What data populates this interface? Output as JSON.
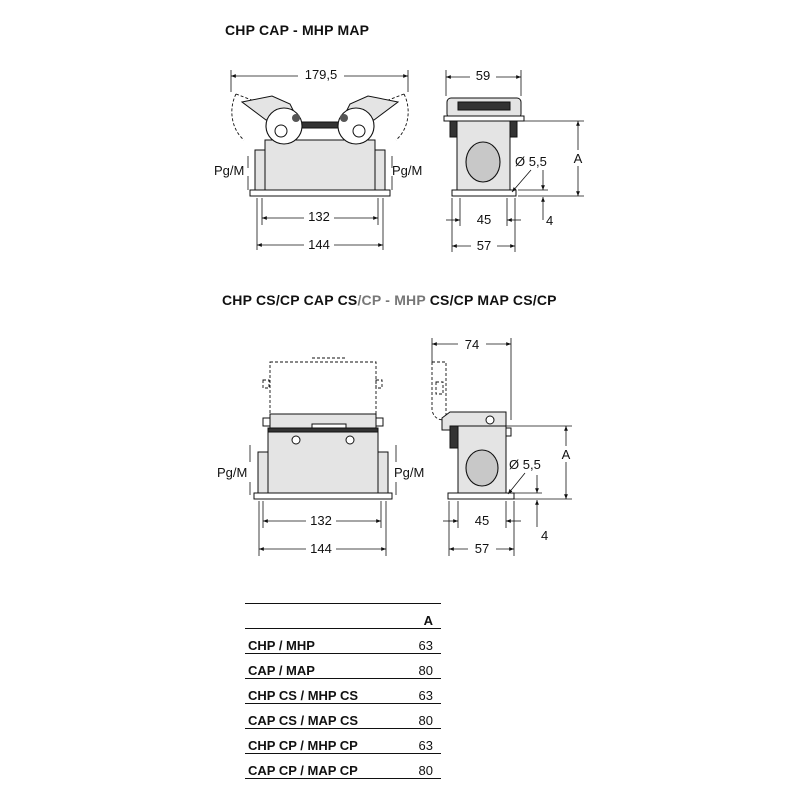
{
  "titles": {
    "top": "CHP  CAP - MHP  MAP",
    "bottom_a": "CHP CS/CP  CAP CS",
    "bottom_b": "/CP - MHP",
    "bottom_c": " CS/CP  MAP CS/CP"
  },
  "top_front": {
    "width_overall": "179,5",
    "pg_left": "Pg/M",
    "pg_right": "Pg/M",
    "inner": "132",
    "outer": "144"
  },
  "top_side": {
    "top_width": "59",
    "hole": "Ø 5,5",
    "height": "A",
    "base": "45",
    "overall": "57",
    "foot": "4"
  },
  "bottom_front": {
    "pg_left": "Pg/M",
    "pg_right": "Pg/M",
    "inner": "132",
    "outer": "144"
  },
  "bottom_side": {
    "top_width": "74",
    "hole": "Ø 5,5",
    "height": "A",
    "base": "45",
    "overall": "57",
    "foot": "4"
  },
  "table": {
    "header": "A",
    "rows": [
      {
        "name": "CHP / MHP",
        "value": "63"
      },
      {
        "name": "CAP / MAP",
        "value": "80"
      },
      {
        "name": "CHP CS / MHP CS",
        "value": "63"
      },
      {
        "name": "CAP CS / MAP CS",
        "value": "80"
      },
      {
        "name": "CHP CP / MHP CP",
        "value": "63"
      },
      {
        "name": "CAP CP / MAP CP",
        "value": "80"
      }
    ]
  }
}
